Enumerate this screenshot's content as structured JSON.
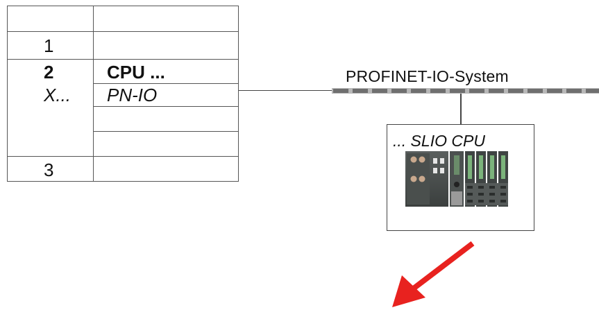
{
  "rack": {
    "rows": [
      {
        "slot": "",
        "module": ""
      },
      {
        "slot": "1",
        "module": ""
      },
      {
        "slot": "2",
        "module": "CPU ..."
      },
      {
        "slot": "X...",
        "module": "PN-IO"
      },
      {
        "slot": "",
        "module": ""
      },
      {
        "slot": "",
        "module": ""
      },
      {
        "slot": "3",
        "module": ""
      }
    ]
  },
  "network": {
    "label": "PROFINET-IO-System",
    "colors": {
      "bus_dark": "#6f6f6f",
      "bus_light": "#b8b8b8"
    }
  },
  "device": {
    "label": "... SLIO CPU",
    "image_icon": "slio-cpu-module-image"
  },
  "arrow": {
    "icon": "red-arrow-icon",
    "color": "#e8221f"
  }
}
